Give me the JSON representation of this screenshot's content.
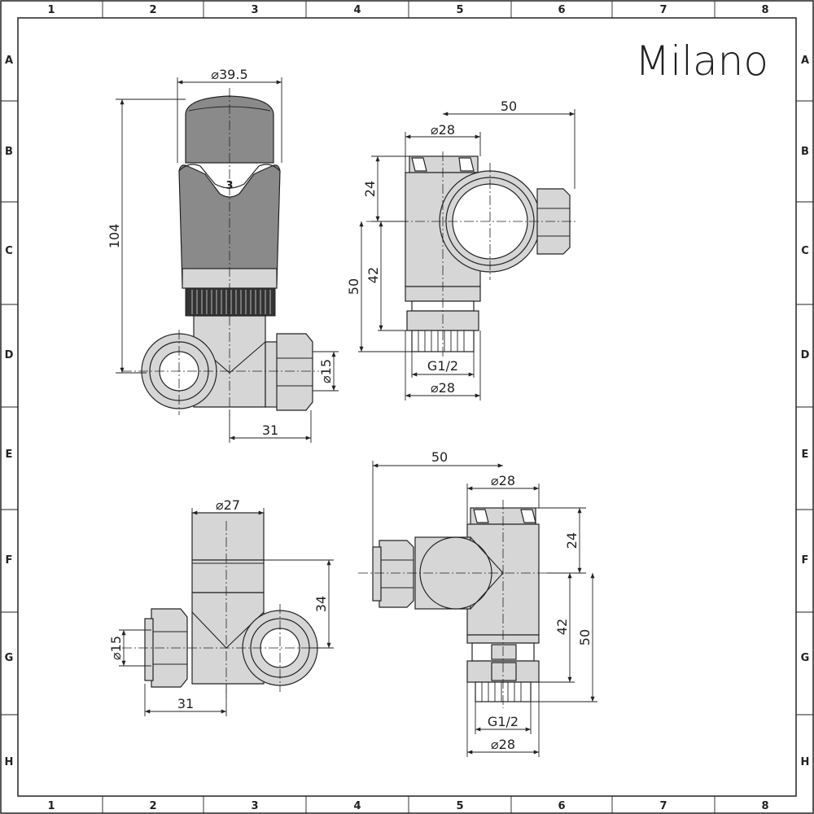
{
  "brand": {
    "name": "Milano"
  },
  "grid": {
    "columns": [
      "1",
      "2",
      "3",
      "4",
      "5",
      "6",
      "7",
      "8"
    ],
    "rows": [
      "A",
      "B",
      "C",
      "D",
      "E",
      "F",
      "G",
      "H"
    ]
  },
  "views": {
    "top_left": {
      "dia_top": "39.5",
      "height": "104",
      "dia_outlet": "15",
      "offset": "31",
      "setting_mark": "3"
    },
    "top_right": {
      "width": "50",
      "dia_cap": "28",
      "cap_height": "24",
      "height_outer": "50",
      "height_inner": "42",
      "thread": "G1/2",
      "dia_base": "28"
    },
    "bottom_left": {
      "dia_top": "27",
      "height": "34",
      "dia_outlet": "15",
      "offset": "31"
    },
    "bottom_right": {
      "width": "50",
      "dia_cap": "28",
      "cap_height": "24",
      "height_inner": "42",
      "height_outer": "50",
      "thread": "G1/2",
      "dia_base": "28"
    }
  },
  "dia_symbol": "⌀"
}
